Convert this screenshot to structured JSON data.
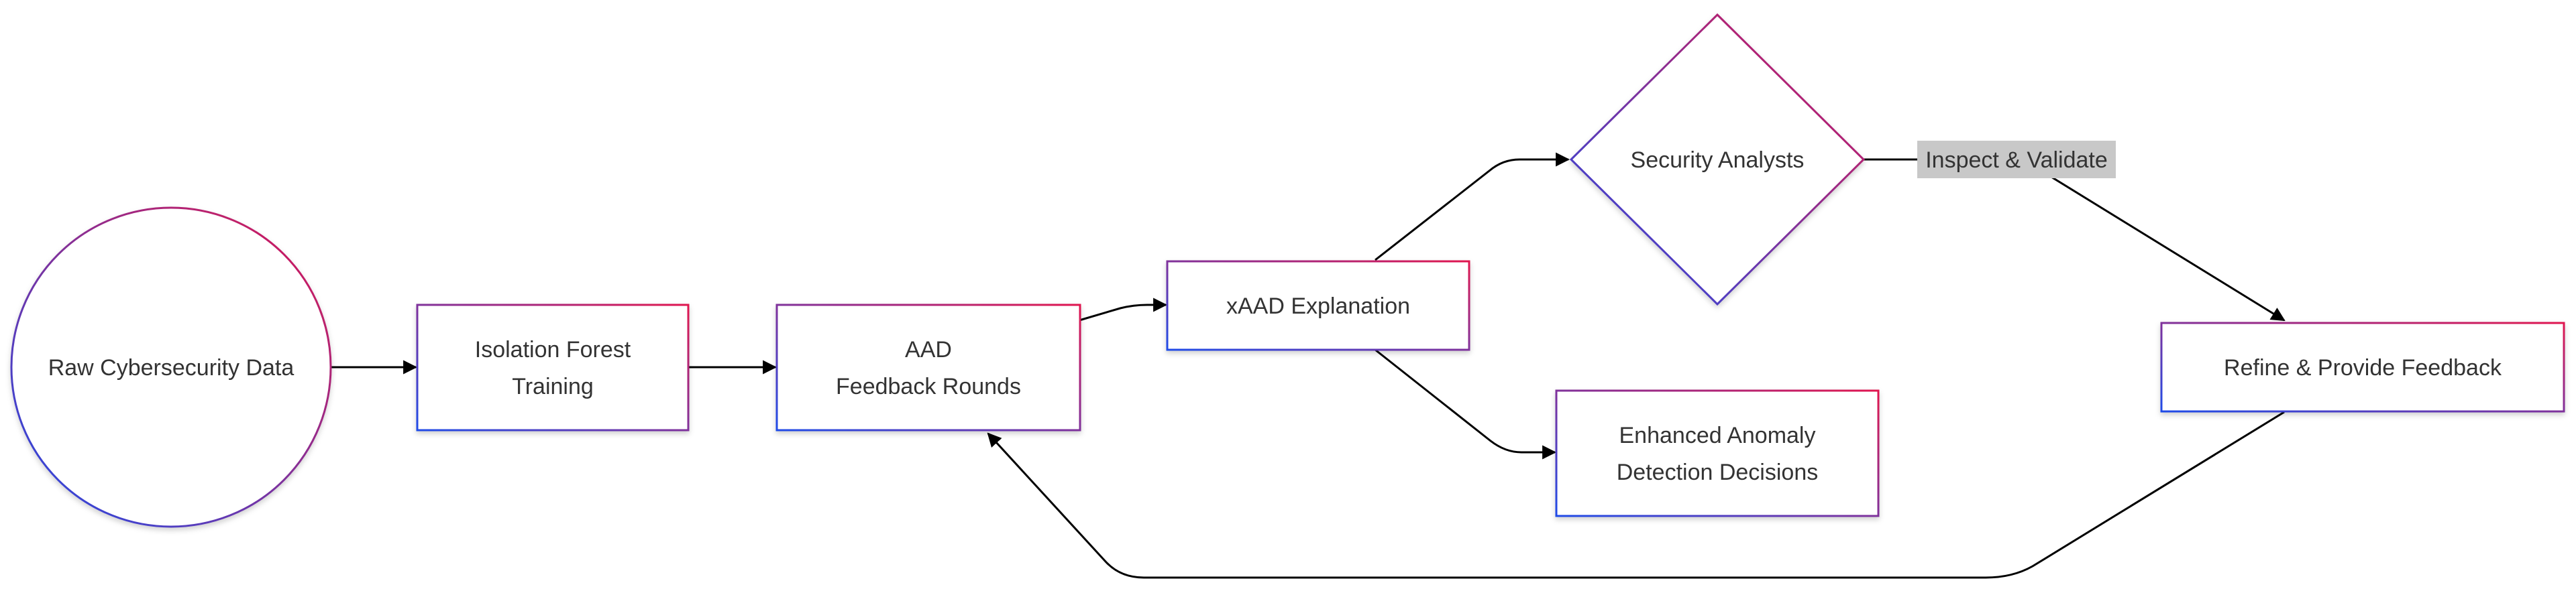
{
  "diagram": {
    "type": "flowchart",
    "nodes": {
      "raw_data": {
        "label": "Raw Cybersecurity Data",
        "shape": "circle"
      },
      "iforest": {
        "lines": [
          "Isolation Forest",
          "Training"
        ],
        "shape": "rectangle"
      },
      "aad": {
        "lines": [
          "AAD",
          "Feedback Rounds"
        ],
        "shape": "rectangle"
      },
      "xaad": {
        "label": "xAAD Explanation",
        "shape": "rectangle"
      },
      "analysts": {
        "label": "Security Analysts",
        "shape": "diamond"
      },
      "enhanced": {
        "lines": [
          "Enhanced Anomaly",
          "Detection Decisions"
        ],
        "shape": "rectangle"
      },
      "refine": {
        "label": "Refine & Provide Feedback",
        "shape": "rectangle"
      }
    },
    "edges": [
      {
        "from": "Raw Cybersecurity Data",
        "to": "Isolation Forest Training",
        "label": ""
      },
      {
        "from": "Isolation Forest Training",
        "to": "AAD Feedback Rounds",
        "label": ""
      },
      {
        "from": "AAD Feedback Rounds",
        "to": "xAAD Explanation",
        "label": ""
      },
      {
        "from": "xAAD Explanation",
        "to": "Security Analysts",
        "label": ""
      },
      {
        "from": "xAAD Explanation",
        "to": "Enhanced Anomaly Detection Decisions",
        "label": ""
      },
      {
        "from": "Security Analysts",
        "to": "Refine & Provide Feedback",
        "label": "Inspect & Validate"
      },
      {
        "from": "Refine & Provide Feedback",
        "to": "AAD Feedback Rounds",
        "label": ""
      }
    ]
  },
  "colors": {
    "gradient_start": "#1f4be8",
    "gradient_end": "#e0174f",
    "edge": "#000000",
    "edge_label_bg": "#c8c8c8",
    "text": "#333333",
    "node_fill": "#ffffff"
  }
}
